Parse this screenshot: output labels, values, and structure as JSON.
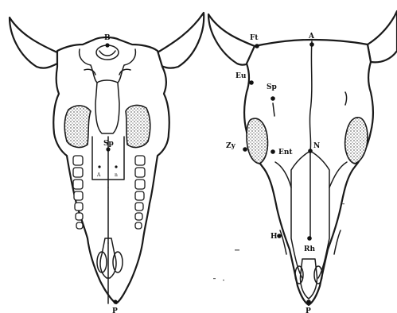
{
  "left_view": {
    "labels": {
      "B": "B",
      "Sp": "Sp",
      "P": "P",
      "A": "A",
      "n": "n"
    }
  },
  "right_view": {
    "labels": {
      "Ft": "Ft",
      "A": "A",
      "Eu": "Eu",
      "Sp": "Sp",
      "Zy": "Zy",
      "Ent": "Ent",
      "N": "N",
      "H": "H",
      "Rh": "Rh",
      "P": "P"
    }
  },
  "colors": {
    "ink": "#1a1a1a",
    "paper": "#ffffff"
  }
}
